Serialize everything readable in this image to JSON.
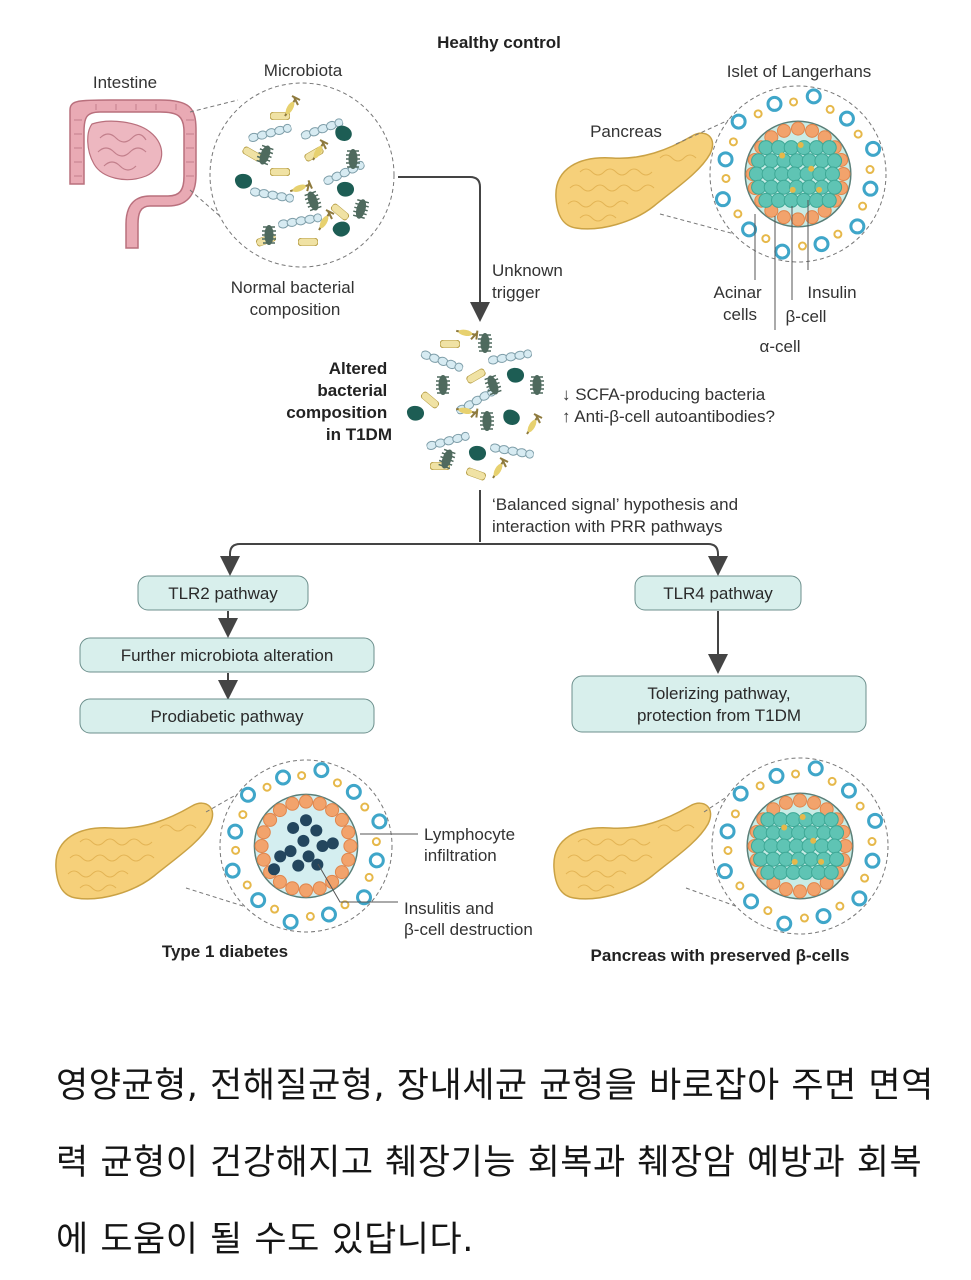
{
  "figure": {
    "healthy_control": "Healthy control",
    "intestine": "Intestine",
    "microbiota": "Microbiota",
    "normal_composition": [
      "Normal bacterial",
      "composition"
    ],
    "pancreas": "Pancreas",
    "islet": "Islet of Langerhans",
    "acinar_cells": [
      "Acinar",
      "cells"
    ],
    "insulin": "Insulin",
    "beta_cell": "β-cell",
    "alpha_cell": "α-cell",
    "unknown_trigger": [
      "Unknown",
      "trigger"
    ],
    "altered_composition": [
      "Altered",
      "bacterial",
      "composition",
      "in T1DM"
    ],
    "scfa": "↓ SCFA-producing bacteria",
    "autoantibodies": "↑ Anti-β-cell autoantibodies?",
    "hypothesis": [
      "‘Balanced signal’ hypothesis and",
      "interaction with PRR pathways"
    ],
    "tlr2": "TLR2 pathway",
    "tlr4": "TLR4 pathway",
    "further_alteration": "Further microbiota alteration",
    "prodiabetic": "Prodiabetic pathway",
    "tolerizing": [
      "Tolerizing pathway,",
      "protection from T1DM"
    ],
    "lymphocyte": [
      "Lymphocyte",
      "infiltration"
    ],
    "insulitis": [
      "Insulitis and",
      "β-cell destruction"
    ],
    "type1": "Type 1 diabetes",
    "preserved": "Pancreas with preserved β-cells"
  },
  "caption": "영양균형, 전해질균형, 장내세균 균형을 바로잡아 주면 면역력 균형이 건강해지고 췌장기능 회복과 췌장암 예방과 회복에 도움이 될 수도 있답니다.",
  "colors": {
    "box_fill": "#d8efec",
    "box_stroke": "#6c8f8c",
    "acinar": "#f2a36c",
    "beta": "#5fc4b4",
    "alpha_ring": "#3fa6c9",
    "insulin": "#e6b84a",
    "lymphocyte": "#23465e",
    "pancreas": "#f5cf73",
    "intestine": "#e7aab3"
  }
}
